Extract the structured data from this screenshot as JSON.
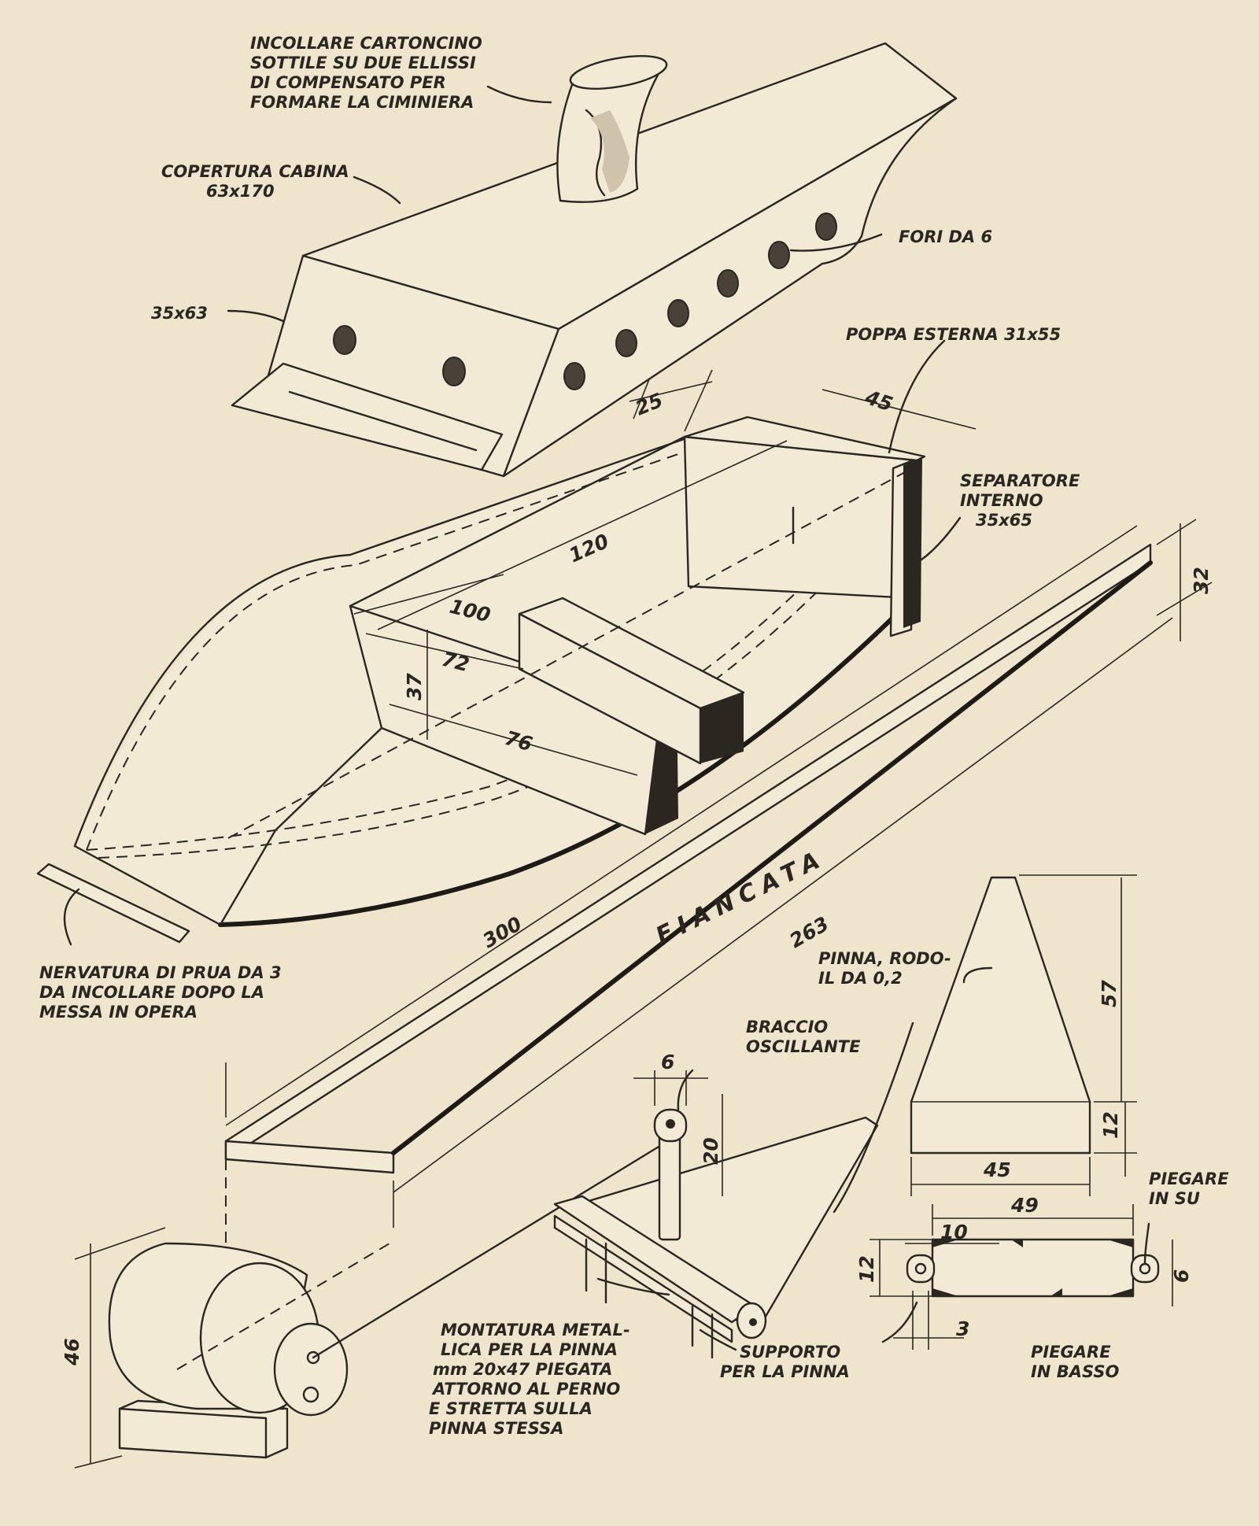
{
  "labels": {
    "ciminiera": [
      "INCOLLARE CARTONCINO",
      "SOTTILE SU DUE ELLISSI",
      "DI COMPENSATO PER",
      "FORMARE LA CIMINIERA"
    ],
    "copertura": [
      "COPERTURA CABINA",
      "63x170"
    ],
    "fori": "FORI DA 6",
    "dim_35x63": "35x63",
    "poppa": "POPPA ESTERNA 31x55",
    "separatore": [
      "SEPARATORE",
      "INTERNO",
      "35x65"
    ],
    "nervatura": [
      "NERVATURA DI PRUA DA 3",
      "DA INCOLLARE DOPO LA",
      "MESSA IN OPERA"
    ],
    "fiancata": "FIANCATA",
    "pinna_mat": [
      "PINNA, RODO-",
      "IL DA 0,2"
    ],
    "braccio": [
      "BRACCIO",
      "OSCILLANTE"
    ],
    "montatura": [
      "MONTATURA METAL-",
      "LICA PER LA PINNA",
      "mm 20x47 PIEGATA",
      "ATTORNO AL PERNO",
      "E STRETTA SULLA",
      "PINNA STESSA"
    ],
    "supporto": [
      "SUPPORTO",
      "PER LA PINNA"
    ],
    "piegare_su": [
      "PIEGARE",
      "IN SU"
    ],
    "piegare_basso": [
      "PIEGARE",
      "IN BASSO"
    ]
  },
  "dimensions": {
    "d25": "25",
    "d45": "45",
    "d120": "120",
    "d100": "100",
    "d72": "72",
    "d37": "37",
    "d76": "76",
    "d300": "300",
    "d263": "263",
    "d32": "32",
    "d46": "46",
    "d6": "6",
    "d20": "20",
    "d57": "57",
    "d12": "12",
    "d45b": "45",
    "d49": "49",
    "d10": "10",
    "d12b": "12",
    "d6b": "6",
    "d3": "3"
  }
}
